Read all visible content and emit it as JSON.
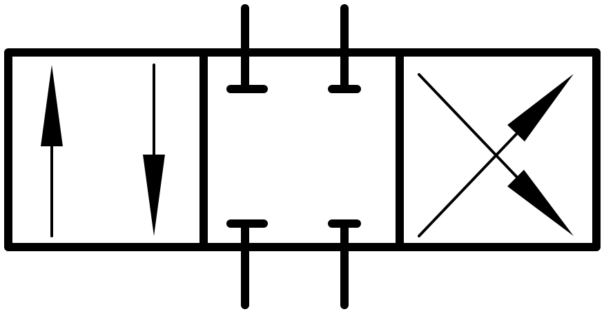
{
  "diagram": {
    "kind": "directional-control-valve-symbol",
    "ports": 4,
    "positions": 3,
    "colors": {
      "stroke": "#000000",
      "background": "#ffffff"
    },
    "envelopes": [
      {
        "id": "left",
        "symbol": "parallel-flow",
        "arrows": [
          "up",
          "down"
        ]
      },
      {
        "id": "center",
        "symbol": "all-ports-blocked",
        "arrows": []
      },
      {
        "id": "right",
        "symbol": "cross-flow",
        "arrows": [
          "up-right",
          "down-right"
        ]
      }
    ]
  }
}
